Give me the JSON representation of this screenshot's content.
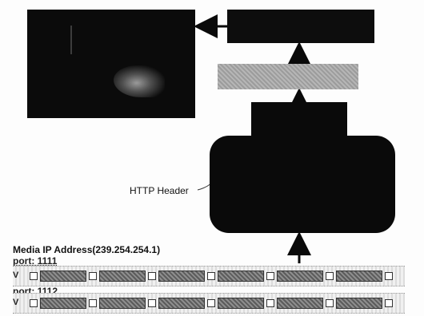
{
  "labels": {
    "http_header": "HTTP Header",
    "media_title": "Media IP Address(239.254.254.1)"
  },
  "streams": [
    {
      "port_label": "port: 1111",
      "v_label": "V",
      "packets": [
        "",
        "",
        "",
        "",
        "",
        ""
      ]
    },
    {
      "port_label": "port: 1112",
      "v_label": "V",
      "packets": [
        "",
        "",
        "",
        "",
        "",
        ""
      ]
    }
  ]
}
